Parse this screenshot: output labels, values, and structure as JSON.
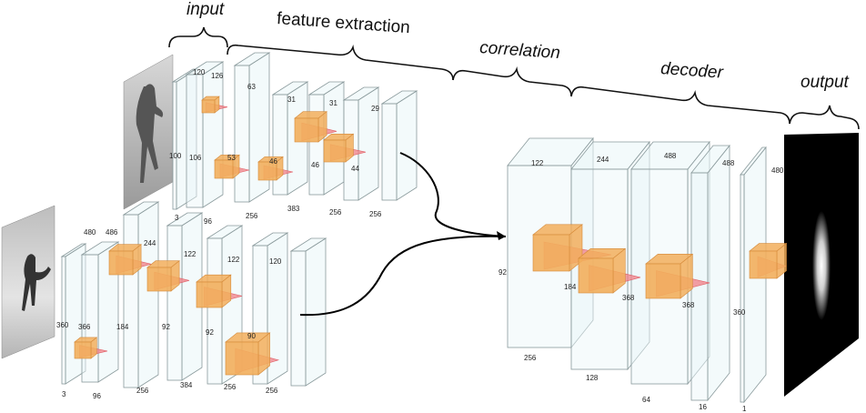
{
  "sections": {
    "input": "input",
    "feature_extraction": "feature extraction",
    "correlation": "correlation",
    "decoder": "decoder",
    "output": "output"
  },
  "top_branch_labels": [
    "120",
    "126",
    "63",
    "31",
    "31",
    "29",
    "100",
    "106",
    "53",
    "46",
    "46",
    "44",
    "3",
    "96",
    "256",
    "383",
    "256",
    "256"
  ],
  "bottom_branch_labels": [
    "480",
    "486",
    "244",
    "122",
    "122",
    "120",
    "360",
    "366",
    "184",
    "92",
    "92",
    "90",
    "3",
    "96",
    "256",
    "384",
    "256",
    "256"
  ],
  "decoder_labels": [
    "122",
    "244",
    "488",
    "488",
    "480",
    "92",
    "184",
    "368",
    "368",
    "360",
    "256",
    "128",
    "64",
    "16",
    "1"
  ],
  "colors": {
    "plate_fill": "#eaf6f8",
    "plate_stroke": "#8a9a9c",
    "cube": "#f2ae5c",
    "cube_edge": "#d58a3a",
    "cone": "#f07f86",
    "cone_edge": "#e06068"
  }
}
